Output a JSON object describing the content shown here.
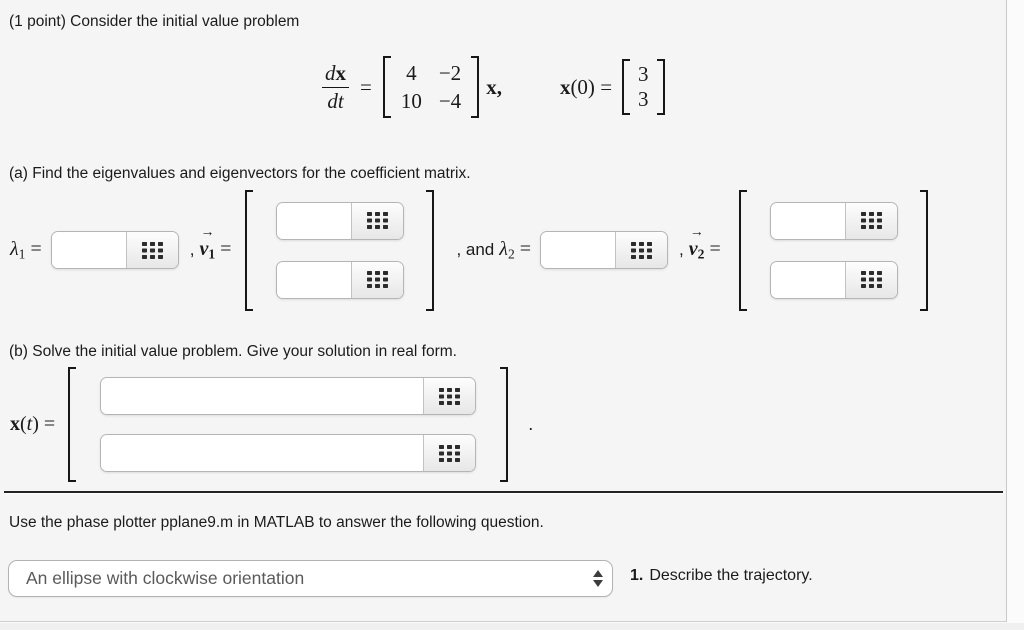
{
  "colors": {
    "page_background": "#f5f5f6",
    "outer_background": "#fbfbfb",
    "border": "#c9c9c9",
    "text": "#1b1b1b",
    "select_text": "#5a5a5a",
    "bracket": "#171717",
    "keypad_icon": "#2c2c2c"
  },
  "intro": "(1 point) Consider the initial value problem",
  "equation": {
    "frac": {
      "num_d": "d",
      "num_x": "x",
      "den": "dt"
    },
    "equals": "=",
    "coefficient_matrix": {
      "r1c1": "4",
      "r1c2": "−2",
      "r2c1": "10",
      "r2c2": "−4"
    },
    "x_comma": "x,",
    "initial_condition": {
      "x": "x",
      "arg": "(0)",
      "equals": "=",
      "vector": {
        "r1": "3",
        "r2": "3"
      }
    }
  },
  "part_a": {
    "heading": "(a) Find the eigenvalues and eigenvectors for the coefficient matrix.",
    "lambda1": {
      "symbol": "λ",
      "sub": "1",
      "equals": "="
    },
    "v1": {
      "comma": ",",
      "symbol": "v",
      "arrow": "→",
      "sub": "1",
      "equals": "="
    },
    "lambda2": {
      "comma": ", and",
      "symbol": "λ",
      "sub": "2",
      "equals": "="
    },
    "v2": {
      "comma": ",",
      "symbol": "v",
      "arrow": "→",
      "sub": "2",
      "equals": "="
    },
    "inputs": {
      "lambda1": "",
      "v1_row1": "",
      "v1_row2": "",
      "lambda2": "",
      "v2_row1": "",
      "v2_row2": ""
    }
  },
  "part_b": {
    "heading": "(b) Solve the initial value problem. Give your solution in real form.",
    "xt": {
      "x": "x",
      "open": "(",
      "t": "t",
      "close": ")",
      "equals": "="
    },
    "inputs": {
      "row1": "",
      "row2": ""
    },
    "period": "."
  },
  "footer": {
    "instruction": "Use the phase plotter pplane9.m in MATLAB to answer the following question.",
    "select_value": "An ellipse with clockwise orientation",
    "question_number": "1.",
    "question_text": "Describe the trajectory."
  }
}
